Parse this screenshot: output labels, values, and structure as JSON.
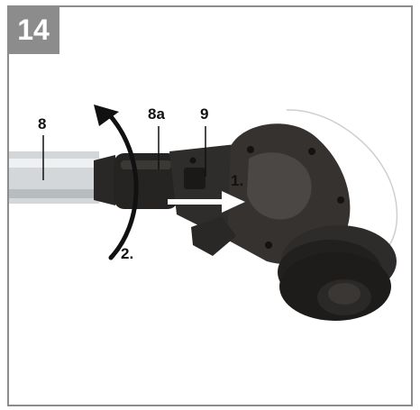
{
  "figure": {
    "step_number": "14",
    "callouts": {
      "shaft": "8",
      "collar": "8a",
      "release_button": "9",
      "step_push": "1.",
      "step_rotate": "2."
    }
  },
  "colors": {
    "badge_bg": "#8c8c8c",
    "frame": "#8c8c8c",
    "arrow": "#ffffff",
    "housing": "#2c2a28",
    "shaft": "#d8dcde"
  }
}
